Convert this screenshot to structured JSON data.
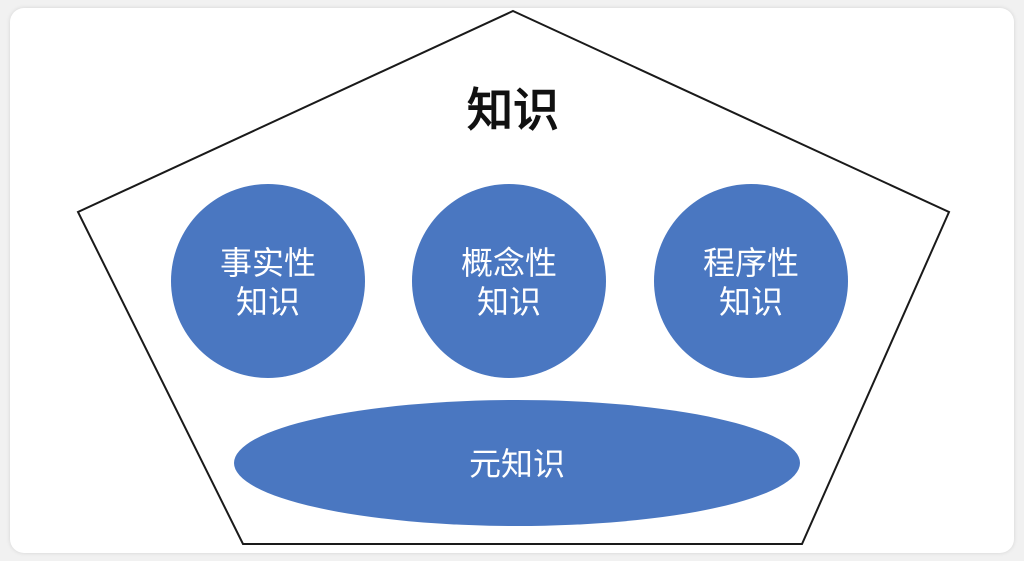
{
  "title": "知识",
  "nodes": [
    {
      "line1": "事实性",
      "line2": "知识"
    },
    {
      "line1": "概念性",
      "line2": "知识"
    },
    {
      "line1": "程序性",
      "line2": "知识"
    }
  ],
  "base": {
    "label": "元知识"
  },
  "colors": {
    "node_fill": "#4a77c1",
    "outline": "#1a1a1a",
    "background": "#ffffff"
  }
}
